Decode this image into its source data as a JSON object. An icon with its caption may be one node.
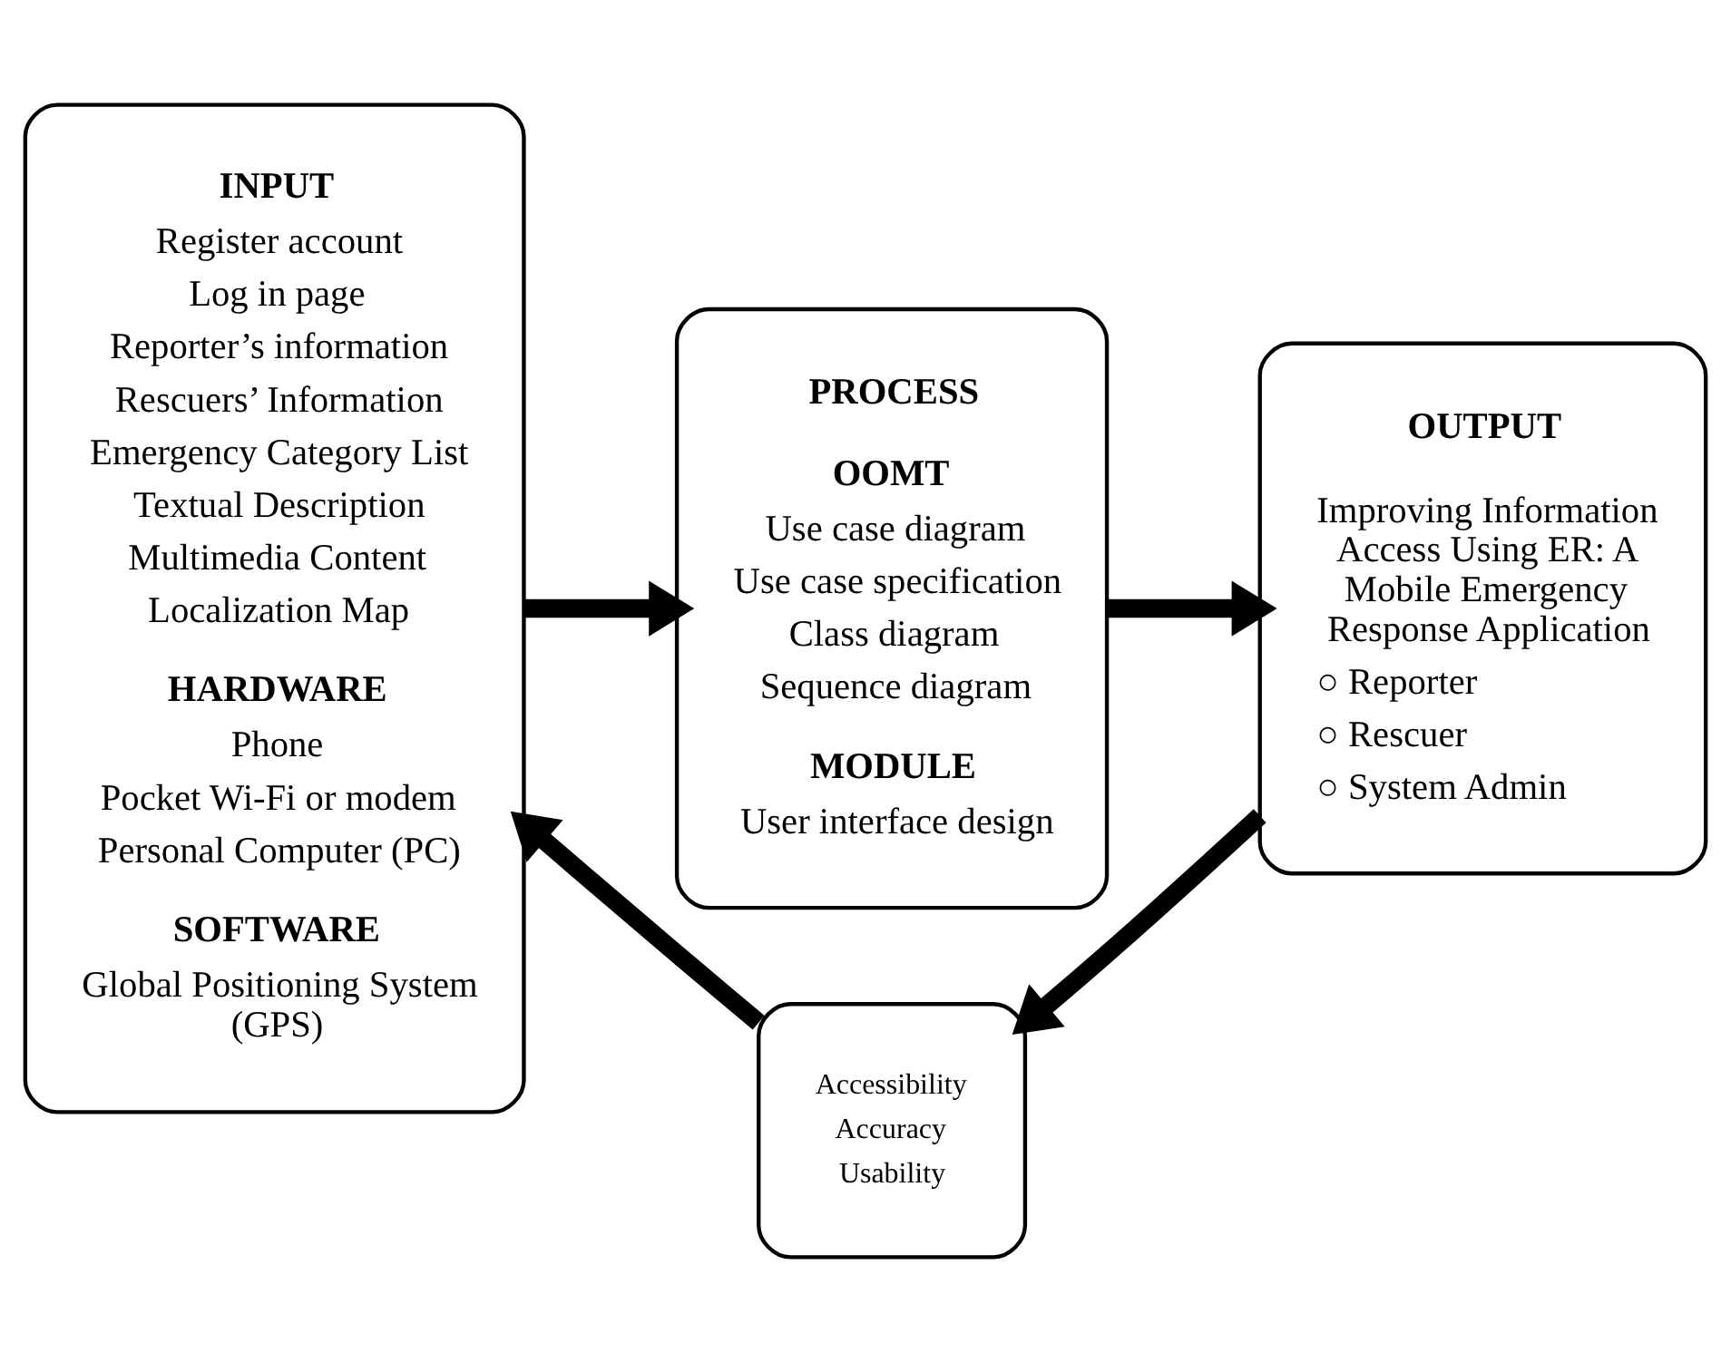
{
  "diagram": {
    "nodes": [
      {
        "text": [
          "INPUT",
          "Register account",
          "Log in page",
          "Reporter’s information",
          "Rescuers’ Information",
          "Emergency Category List",
          "Textual Description",
          "Multimedia Content",
          "Localization Map",
          "HARDWARE",
          "Phone",
          "Pocket Wi-Fi or modem",
          "Personal Computer (PC)",
          "SOFTWARE",
          "Global Positioning System (GPS)"
        ]
      },
      {
        "text": [
          "PROCESS",
          "OOMT",
          "Use case diagram",
          "Use case specification",
          "Class diagram",
          "Sequence diagram",
          "MODULE",
          "User interface design"
        ]
      },
      {
        "text": [
          "OUTPUT",
          "Improving Information Access Using ER: A Mobile Emergency Response Application",
          "○ Reporter",
          "○ Rescuer",
          "○ System Admin"
        ]
      },
      {
        "text": [
          "Accessibility",
          "Accuracy",
          "Usability"
        ]
      }
    ],
    "edges": [
      {
        "from": 0,
        "to": 1,
        "arrow": "to"
      },
      {
        "from": 1,
        "to": 2,
        "arrow": "to"
      },
      {
        "from": 2,
        "to": 3,
        "arrow": "to"
      },
      {
        "from": 3,
        "to": 0,
        "arrow": "to"
      }
    ]
  }
}
